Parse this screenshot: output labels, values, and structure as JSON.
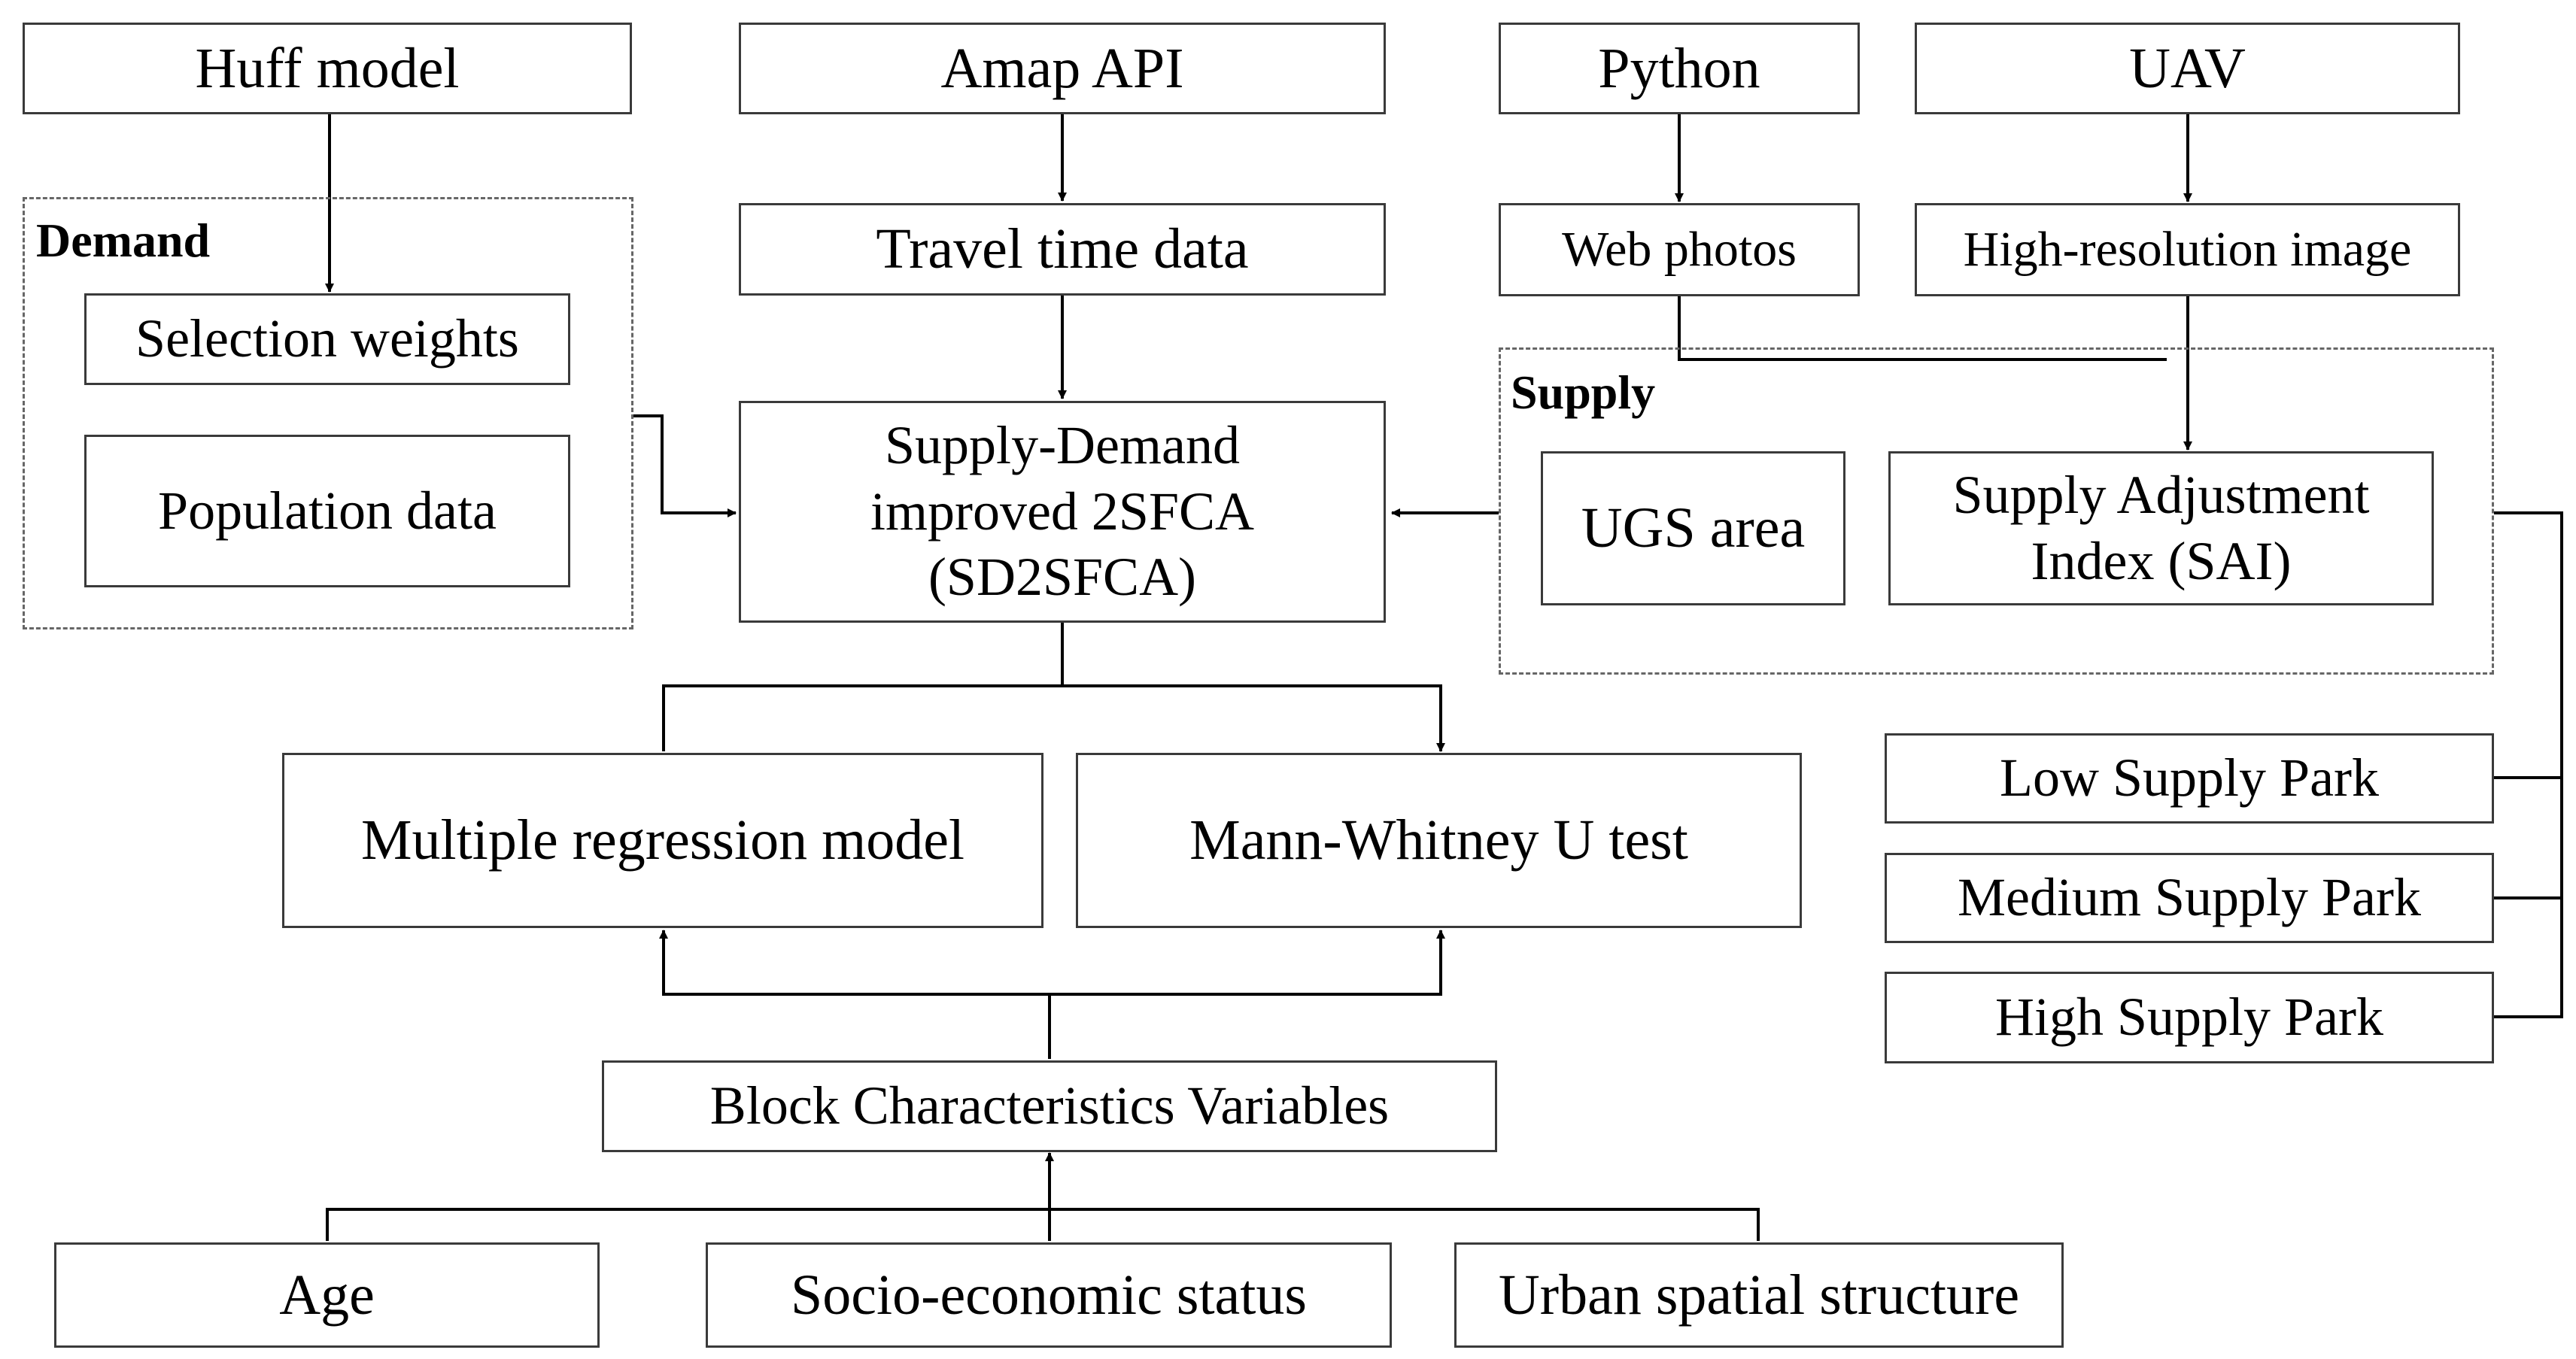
{
  "groups": {
    "demand": "Demand",
    "supply": "Supply"
  },
  "nodes": {
    "huff_model": "Huff model",
    "amap_api": "Amap API",
    "python": "Python",
    "uav": "UAV",
    "selection_weights": "Selection weights",
    "population_data": "Population data",
    "travel_time_data": "Travel time data",
    "web_photos": "Web photos",
    "high_resolution_image": "High-resolution image",
    "sd2sfca": "Supply-Demand\nimproved 2SFCA\n(SD2SFCA)",
    "ugs_area": "UGS area",
    "sai": "Supply Adjustment\nIndex (SAI)",
    "multiple_regression": "Multiple regression model",
    "mann_whitney": "Mann-Whitney U test",
    "low_supply_park": "Low Supply Park",
    "medium_supply_park": "Medium Supply Park",
    "high_supply_park": "High Supply Park",
    "block_characteristics": "Block Characteristics Variables",
    "age": "Age",
    "socio_economic": "Socio-economic status",
    "urban_spatial": "Urban spatial structure"
  }
}
